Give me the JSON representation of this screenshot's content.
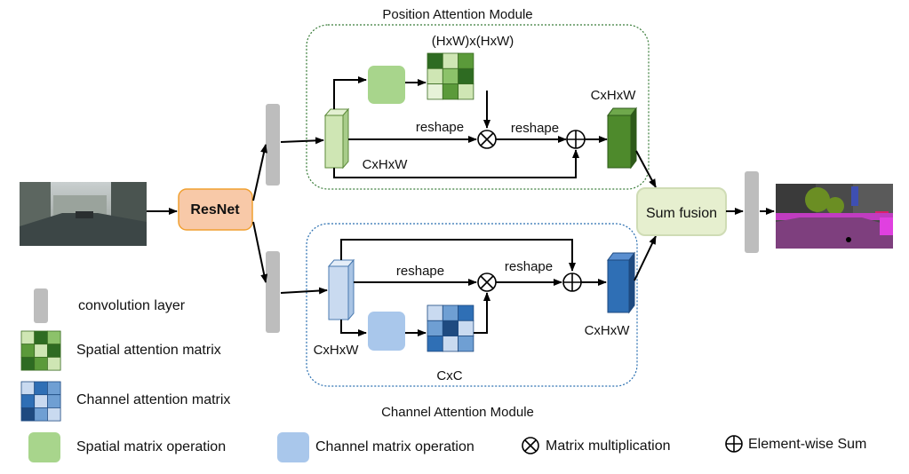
{
  "modules": {
    "position_title": "Position Attention Module",
    "channel_title": "Channel Attention Module"
  },
  "labels": {
    "resnet": "ResNet",
    "sum_fusion": "Sum fusion",
    "pam_matrix_dim": "(HxW)x(HxW)",
    "pam_reshape_1": "reshape",
    "pam_reshape_2": "reshape",
    "pam_feature_in": "CxHxW",
    "pam_feature_out": "CxHxW",
    "cam_reshape_1": "reshape",
    "cam_reshape_2": "reshape",
    "cam_feature_in": "CxHxW",
    "cam_feature_out": "CxHxW",
    "cam_matrix_dim": "CxC"
  },
  "legend": {
    "conv": "convolution layer",
    "spatial_matrix": "Spatial attention matrix",
    "channel_matrix": "Channel attention matrix",
    "spatial_op": "Spatial matrix operation",
    "channel_op": "Channel matrix operation",
    "matmul": "Matrix multiplication",
    "elemsum": "Element-wise Sum"
  },
  "colors": {
    "resnet_fill": "#f8c9a8",
    "resnet_stroke": "#f0a030",
    "fusion_fill": "#e6efcf",
    "conv_fill": "#bdbdbd",
    "green_light": "#cfe6b4",
    "green_op": "#a8d58c",
    "green_dark": "#4e8a2c",
    "blue_light": "#c9daf0",
    "blue_op": "#a9c7eb",
    "blue_dark": "#2f6fb5",
    "pam_border": "#3a7d3a",
    "cam_border": "#2a6fb0"
  },
  "matrices": {
    "spatial": [
      "#2e6b22",
      "#cfe6b4",
      "#5b9a3a",
      "#cfe6b4",
      "#8cc26a",
      "#2e6b22",
      "#e6f2d8",
      "#5b9a3a",
      "#cfe6b4"
    ],
    "channel": [
      "#c9daf0",
      "#6f9fd3",
      "#2f6fb5",
      "#6f9fd3",
      "#1e4a80",
      "#c9daf0",
      "#2f6fb5",
      "#c9daf0",
      "#6f9fd3"
    ],
    "legend_spatial": [
      "#cfe6b4",
      "#2e6b22",
      "#8cc26a",
      "#5b9a3a",
      "#cfe6b4",
      "#2e6b22",
      "#2e6b22",
      "#5b9a3a",
      "#cfe6b4"
    ],
    "legend_channel": [
      "#c9daf0",
      "#2f6fb5",
      "#6f9fd3",
      "#2f6fb5",
      "#c9daf0",
      "#6f9fd3",
      "#1e4a80",
      "#6f9fd3",
      "#c9daf0"
    ]
  }
}
